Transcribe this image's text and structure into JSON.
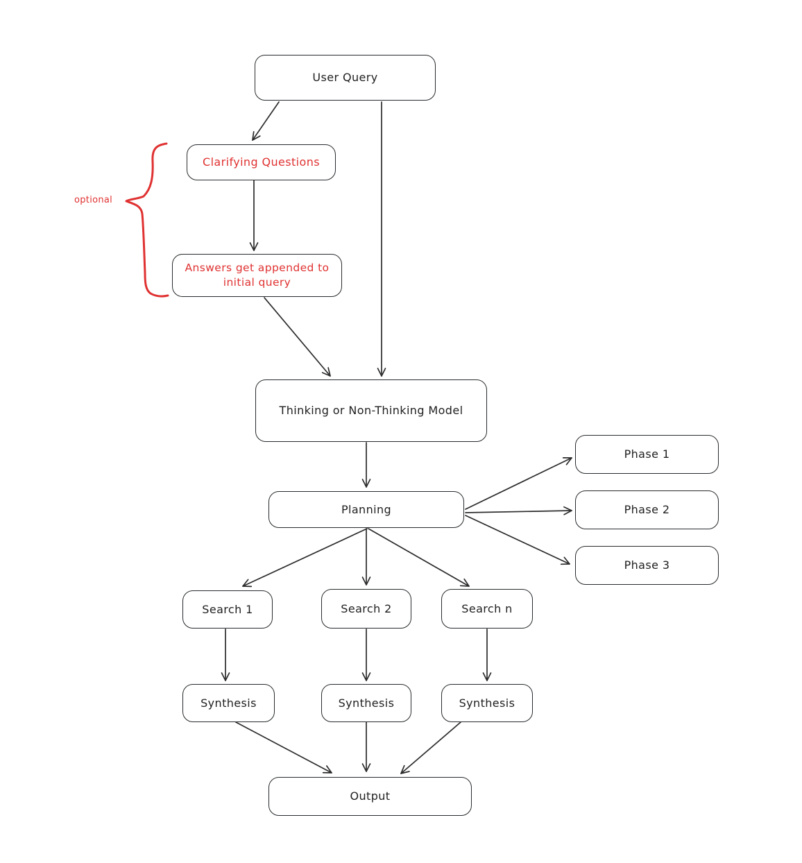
{
  "diagram": {
    "type": "flowchart",
    "style": "hand-drawn (excalidraw-like)",
    "colors": {
      "ink": "#1e1e1e",
      "red": "#e03131",
      "background": "#ffffff"
    },
    "nodes": {
      "user_query": {
        "label": "User Query"
      },
      "clarifying_questions": {
        "label": "Clarifying Questions",
        "color": "#e03131"
      },
      "answers_appended": {
        "label": "Answers get appended to initial query",
        "color": "#e03131"
      },
      "model": {
        "label": "Thinking or Non-Thinking Model"
      },
      "planning": {
        "label": "Planning"
      },
      "phase_1": {
        "label": "Phase 1"
      },
      "phase_2": {
        "label": "Phase 2"
      },
      "phase_3": {
        "label": "Phase 3"
      },
      "search_1": {
        "label": "Search 1"
      },
      "search_2": {
        "label": "Search 2"
      },
      "search_n": {
        "label": "Search n"
      },
      "synthesis_1": {
        "label": "Synthesis"
      },
      "synthesis_2": {
        "label": "Synthesis"
      },
      "synthesis_n": {
        "label": "Synthesis"
      },
      "output": {
        "label": "Output"
      }
    },
    "annotations": {
      "optional_label": "optional",
      "optional_brace": "red curly brace spanning Clarifying Questions and Answers boxes"
    },
    "edges": [
      {
        "from": "user_query",
        "to": "clarifying_questions"
      },
      {
        "from": "user_query",
        "to": "model"
      },
      {
        "from": "clarifying_questions",
        "to": "answers_appended"
      },
      {
        "from": "answers_appended",
        "to": "model"
      },
      {
        "from": "model",
        "to": "planning"
      },
      {
        "from": "planning",
        "to": "phase_1"
      },
      {
        "from": "planning",
        "to": "phase_2"
      },
      {
        "from": "planning",
        "to": "phase_3"
      },
      {
        "from": "planning",
        "to": "search_1"
      },
      {
        "from": "planning",
        "to": "search_2"
      },
      {
        "from": "planning",
        "to": "search_n"
      },
      {
        "from": "search_1",
        "to": "synthesis_1"
      },
      {
        "from": "search_2",
        "to": "synthesis_2"
      },
      {
        "from": "search_n",
        "to": "synthesis_n"
      },
      {
        "from": "synthesis_1",
        "to": "output"
      },
      {
        "from": "synthesis_2",
        "to": "output"
      },
      {
        "from": "synthesis_n",
        "to": "output"
      }
    ]
  }
}
